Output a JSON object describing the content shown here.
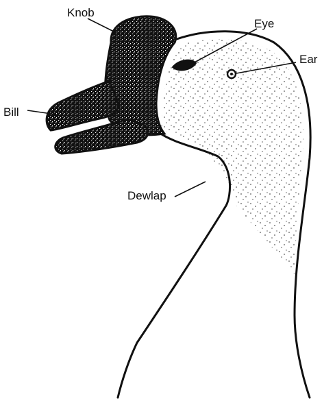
{
  "figure": {
    "labels": {
      "knob": "Knob",
      "eye": "Eye",
      "ear": "Ear",
      "bill": "Bill",
      "dewlap": "Dewlap"
    },
    "ink_color": "#111111",
    "background_color": "#ffffff"
  }
}
